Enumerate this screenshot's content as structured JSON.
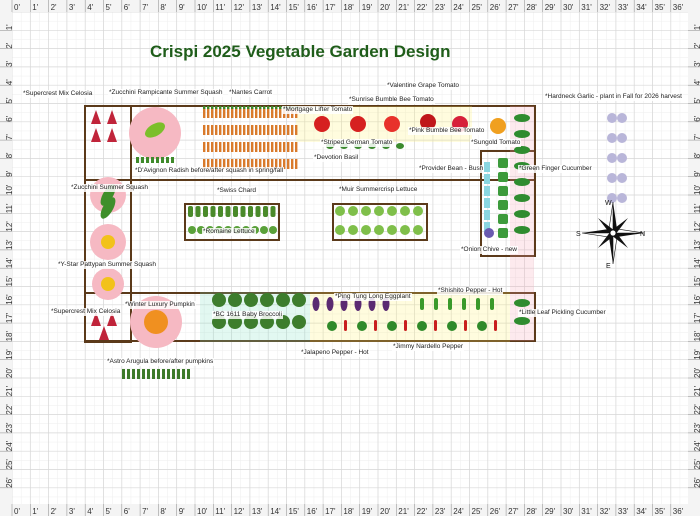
{
  "page": {
    "title": "Crispi 2025 Vegetable Garden Design"
  },
  "ruler": {
    "x_ticks": [
      "0'",
      "1'",
      "2'",
      "3'",
      "4'",
      "5'",
      "6'",
      "7'",
      "8'",
      "9'",
      "10'",
      "11'",
      "12'",
      "13'",
      "14'",
      "15'",
      "16'",
      "17'",
      "18'",
      "19'",
      "20'",
      "21'",
      "22'",
      "23'",
      "24'",
      "25'",
      "26'",
      "27'",
      "28'",
      "29'",
      "30'",
      "31'",
      "32'",
      "33'",
      "34'",
      "35'",
      "36'"
    ],
    "y_ticks": [
      "1'",
      "2'",
      "3'",
      "4'",
      "5'",
      "6'",
      "7'",
      "8'",
      "9'",
      "10'",
      "11'",
      "12'",
      "13'",
      "14'",
      "15'",
      "16'",
      "17'",
      "18'",
      "19'",
      "20'",
      "21'",
      "22'",
      "23'",
      "24'",
      "25'",
      "26'"
    ]
  },
  "compass": {
    "n": "N",
    "s": "S",
    "e": "E",
    "w": "W"
  },
  "plants": [
    {
      "name": "Supercrest Mix Celosia",
      "color": "#c0243a"
    },
    {
      "name": "Zucchini Rampicante Summer Squash",
      "color": "#7cbf2a"
    },
    {
      "name": "Nantes Carrot",
      "color": "#d97a2b"
    },
    {
      "name": "Mortgage Lifter Tomato",
      "color": "#d62020"
    },
    {
      "name": "Valentine Grape Tomato",
      "color": "#c0161a"
    },
    {
      "name": "Sunrise Bumble Bee Tomato",
      "color": "#e8322b"
    },
    {
      "name": "Pink Bumble Bee Tomato",
      "color": "#d7203a"
    },
    {
      "name": "Sungold Tomato",
      "color": "#f0a020"
    },
    {
      "name": "Striped German Tomato",
      "color": "#e6521f"
    },
    {
      "name": "Devotion Basil",
      "color": "#3b8a2e"
    },
    {
      "name": "D'Avignon Radish before/after squash in spring/fall",
      "color": "#d0304a"
    },
    {
      "name": "Provider Bean - Bush",
      "color": "#3c9b3c"
    },
    {
      "name": "Green Finger Cucumber",
      "color": "#2f8c2f"
    },
    {
      "name": "Zucchini Summer Squash",
      "color": "#3f8f2a"
    },
    {
      "name": "Swiss Chard",
      "color": "#4a8a2a"
    },
    {
      "name": "Muir Summercrisp Lettuce",
      "color": "#7fbf4a"
    },
    {
      "name": "Romaine Lettuce",
      "color": "#5aa13a"
    },
    {
      "name": "Hardneck Garlic - plant in Fall for 2026 harvest",
      "color": "#b9b6d9"
    },
    {
      "name": "Onion Chive - new",
      "color": "#6a5ab0"
    },
    {
      "name": "Y-Star Pattypan Summer Squash",
      "color": "#f2c21a"
    },
    {
      "name": "Supercrest Mix Celosia",
      "color": "#c0243a"
    },
    {
      "name": "Winter Luxury Pumpkin",
      "color": "#f09020"
    },
    {
      "name": "BC 1611 Baby Broccoli",
      "color": "#3d7d2d"
    },
    {
      "name": "Ping Tung Long Eggplant",
      "color": "#5a2a72"
    },
    {
      "name": "Shishito Pepper - Hot",
      "color": "#3a9a2a"
    },
    {
      "name": "Little Leaf Pickling Cucumber",
      "color": "#2f8c2f"
    },
    {
      "name": "Jalapeno Pepper - Hot",
      "color": "#2f8a2a"
    },
    {
      "name": "Jimmy Nardello Pepper",
      "color": "#c81e1e"
    },
    {
      "name": "Astro Arugula before/after pumpkins",
      "color": "#3d7a2a"
    }
  ]
}
